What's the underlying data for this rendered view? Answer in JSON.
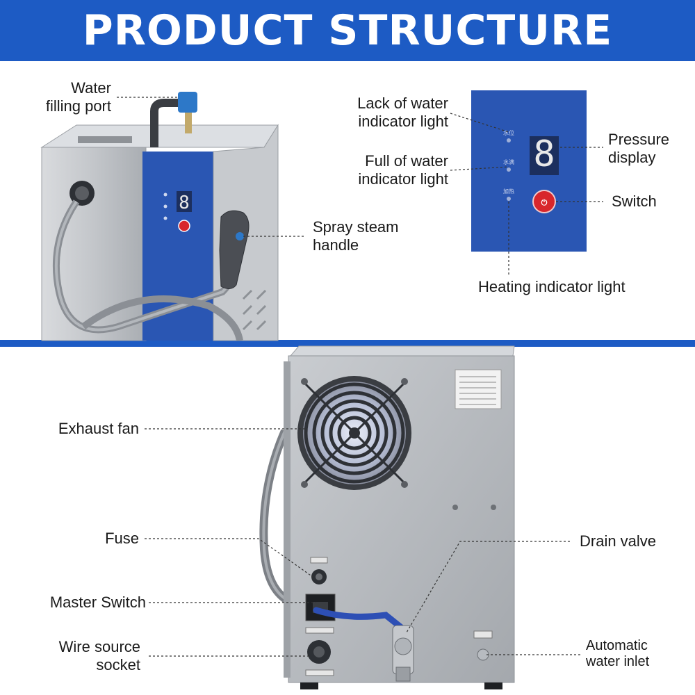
{
  "header": {
    "title": "PRODUCT STRUCTURE"
  },
  "colors": {
    "brand_blue": "#1d5bc4",
    "panel_blue": "#2a56b3",
    "steel": "#b9bcc0",
    "red_button": "#d8262b"
  },
  "top_labels": {
    "water_filling_port": [
      "Water",
      "filling port"
    ],
    "spray_steam_handle": [
      "Spray steam",
      "handle"
    ],
    "lack_of_water": [
      "Lack of water",
      "indicator light"
    ],
    "full_of_water": [
      "Full of water",
      "indicator light"
    ],
    "pressure_display": [
      "Pressure",
      "display"
    ],
    "switch": "Switch",
    "heating_indicator": "Heating indicator light"
  },
  "bottom_labels": {
    "exhaust_fan": "Exhaust fan",
    "fuse": "Fuse",
    "master_switch": "Master Switch",
    "wire_source_socket": [
      "Wire source",
      "socket"
    ],
    "drain_valve": "Drain valve",
    "automatic_water_inlet": [
      "Automatic",
      "water inlet"
    ]
  },
  "display": {
    "digit": "8"
  },
  "icons": [
    "fan-icon",
    "power-button-icon",
    "seven-segment-display-icon"
  ]
}
